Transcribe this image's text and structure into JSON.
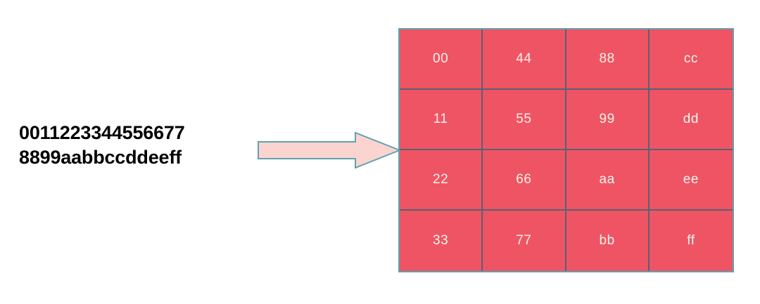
{
  "diagram": {
    "title": "byte-array-to-state-matrix",
    "source": {
      "name": "hex-byte-string",
      "lines": [
        "0011223344556677",
        "8899aabbccddeeff"
      ]
    },
    "arrow": {
      "name": "maps-to-arrow",
      "direction": "right",
      "fill": "#fbd4d0",
      "stroke": "#5fa3b0"
    },
    "grid": {
      "name": "state-matrix",
      "rows": 4,
      "columns": 4,
      "fill_order": "column-major",
      "cell_fill": "#ef5464",
      "outer_border": "#5fa3b0",
      "inner_border": "#546374",
      "text_color": "#fdf2e9",
      "cells": [
        [
          "00",
          "44",
          "88",
          "cc"
        ],
        [
          "11",
          "55",
          "99",
          "dd"
        ],
        [
          "22",
          "66",
          "aa",
          "ee"
        ],
        [
          "33",
          "77",
          "bb",
          "ff"
        ]
      ]
    }
  }
}
